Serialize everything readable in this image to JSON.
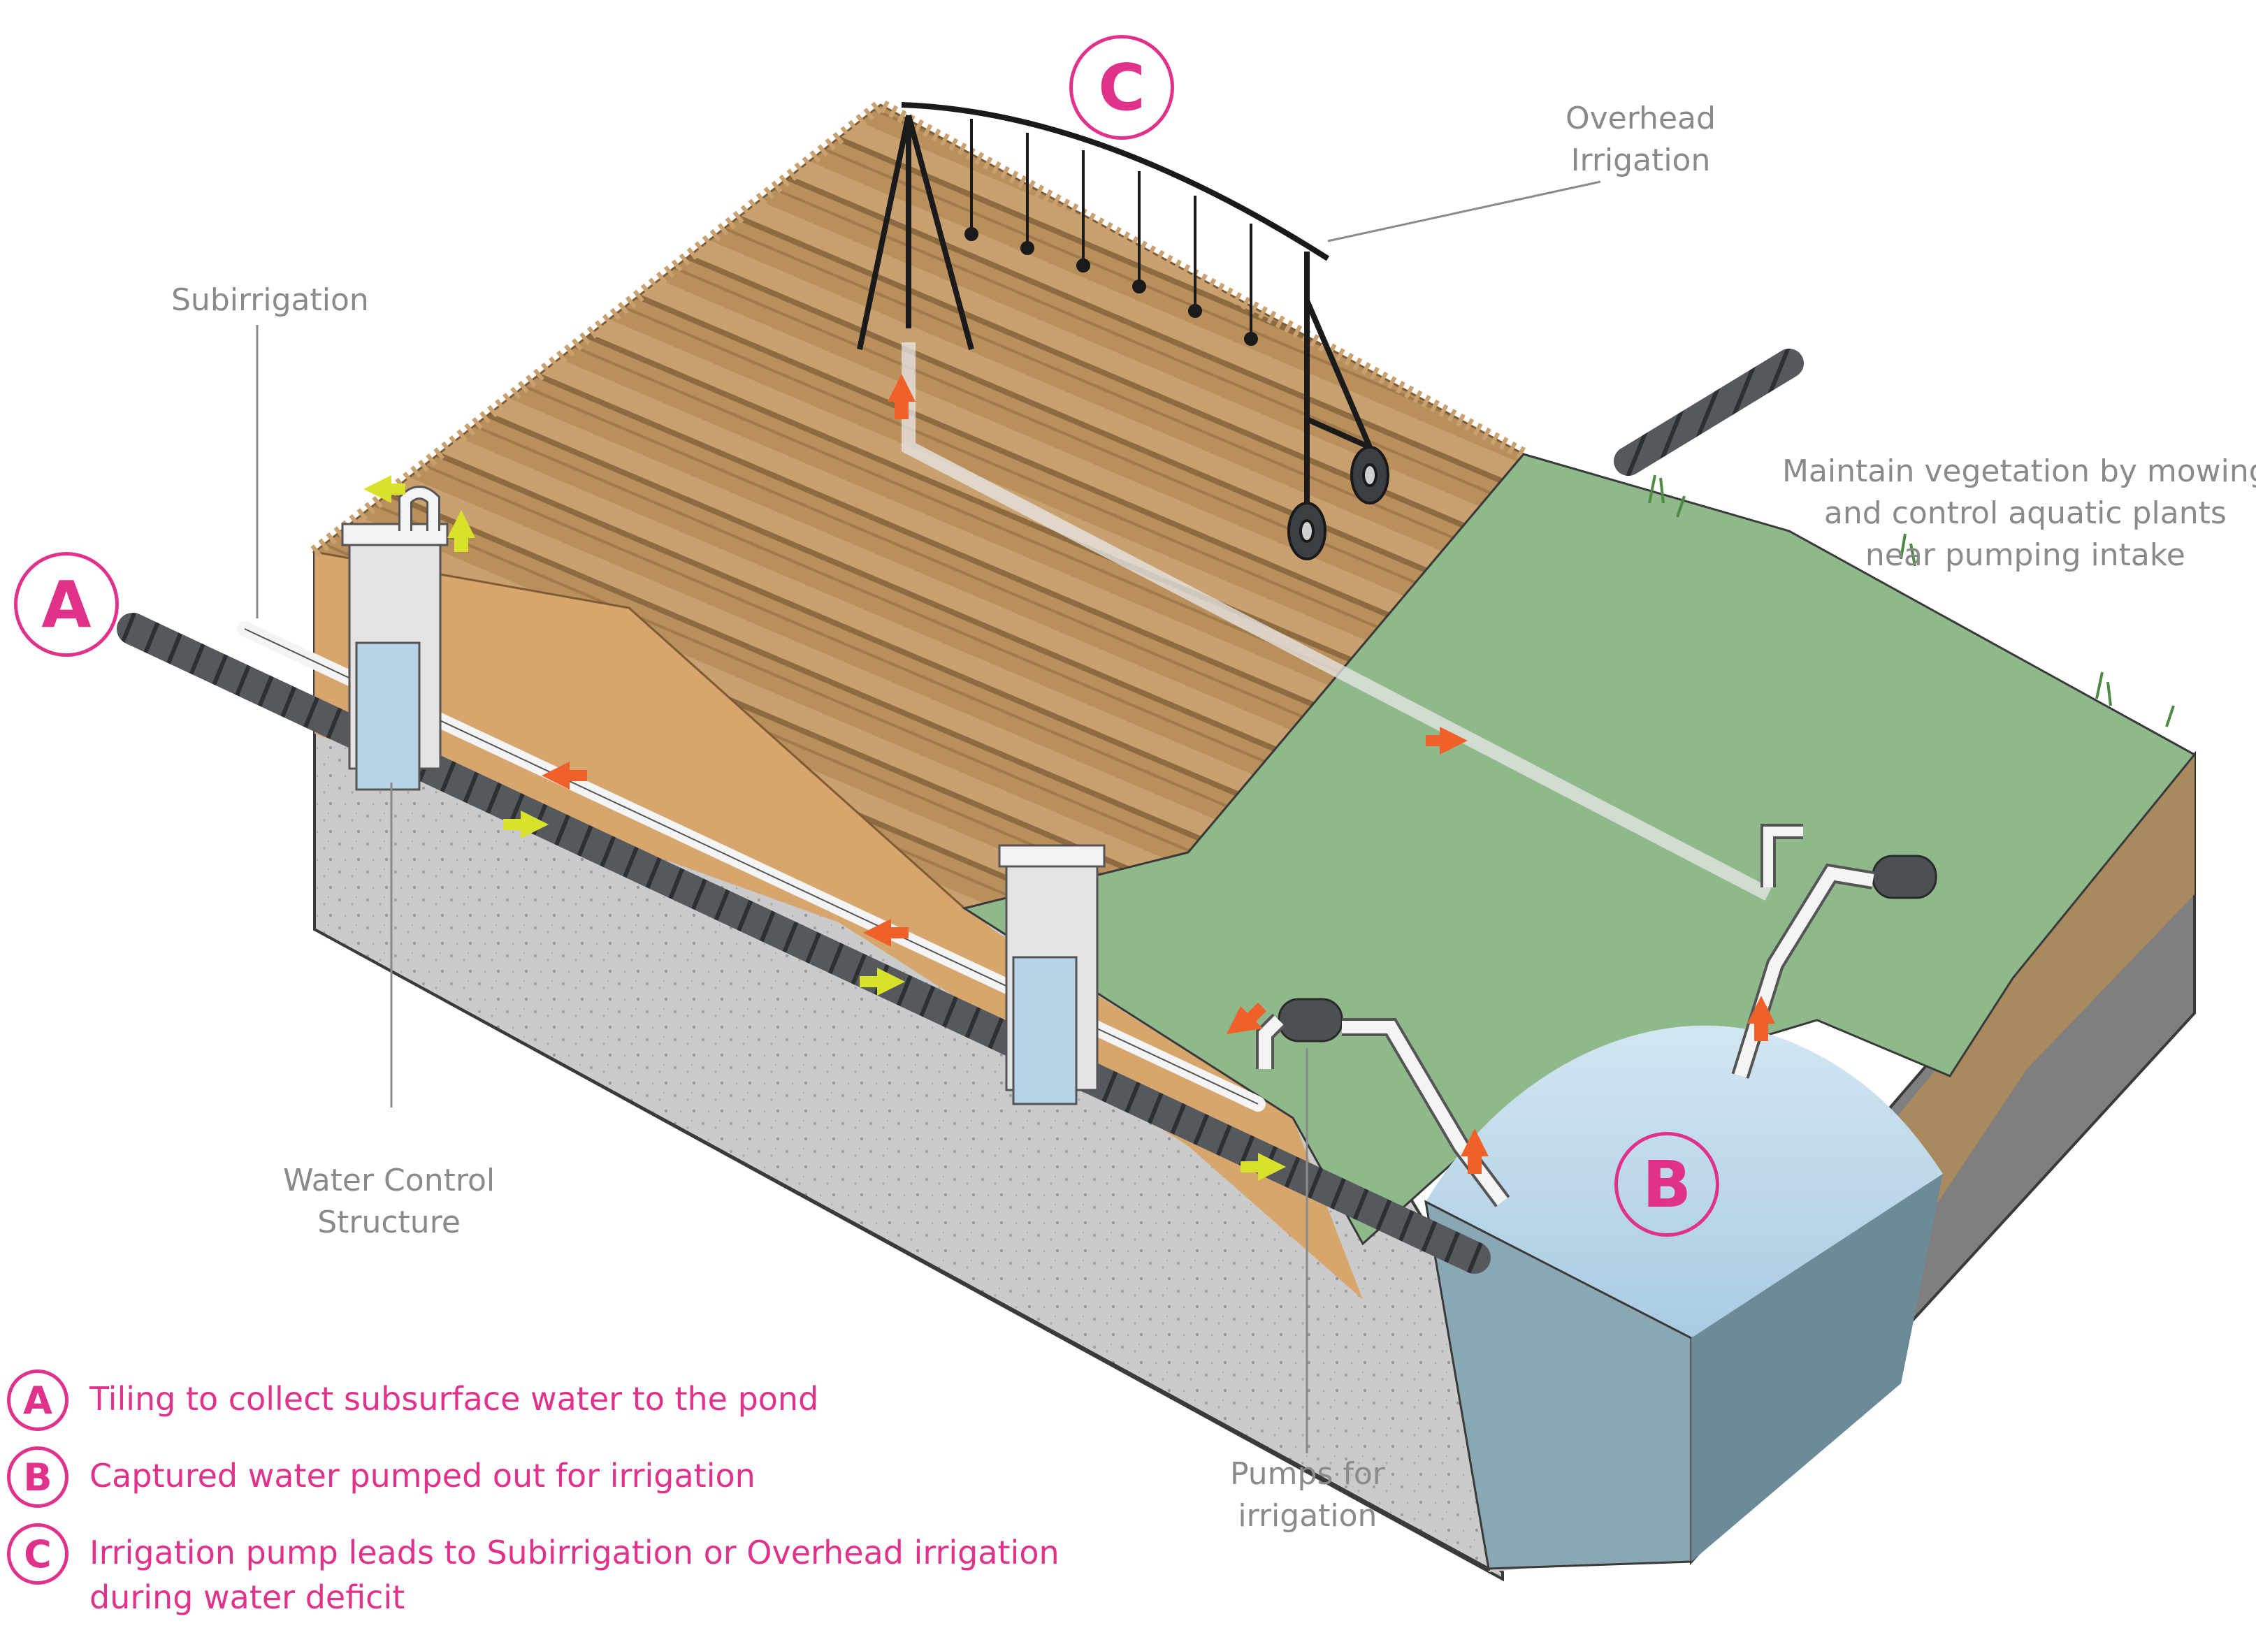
{
  "labels": {
    "overhead": [
      "Overhead",
      "Irrigation"
    ],
    "subirrigation": "Subirrigation",
    "vegetation": [
      "Maintain vegetation by mowing",
      "and control aquatic plants",
      "near pumping intake"
    ],
    "water_control": [
      "Water Control",
      "Structure"
    ],
    "pumps": [
      "Pumps for",
      "irrigation"
    ]
  },
  "markers": {
    "a": "A",
    "b": "B",
    "c": "C"
  },
  "legend": [
    {
      "marker": "A",
      "lines": [
        "Tiling to collect subsurface water to the pond"
      ]
    },
    {
      "marker": "B",
      "lines": [
        "Captured water pumped out for irrigation"
      ]
    },
    {
      "marker": "C",
      "lines": [
        "Irrigation pump leads to Subirrigation or Overhead irrigation",
        "during water deficit"
      ]
    }
  ],
  "colors": {
    "accent": "#e0328a",
    "flow_out": "#f0602a",
    "flow_in": "#d8e22a",
    "field": "#b98f5c",
    "grass": "#8fb88b",
    "pond": "#bcd8ea",
    "soil": "#c8c8c8",
    "clay": "#cfa06a"
  }
}
